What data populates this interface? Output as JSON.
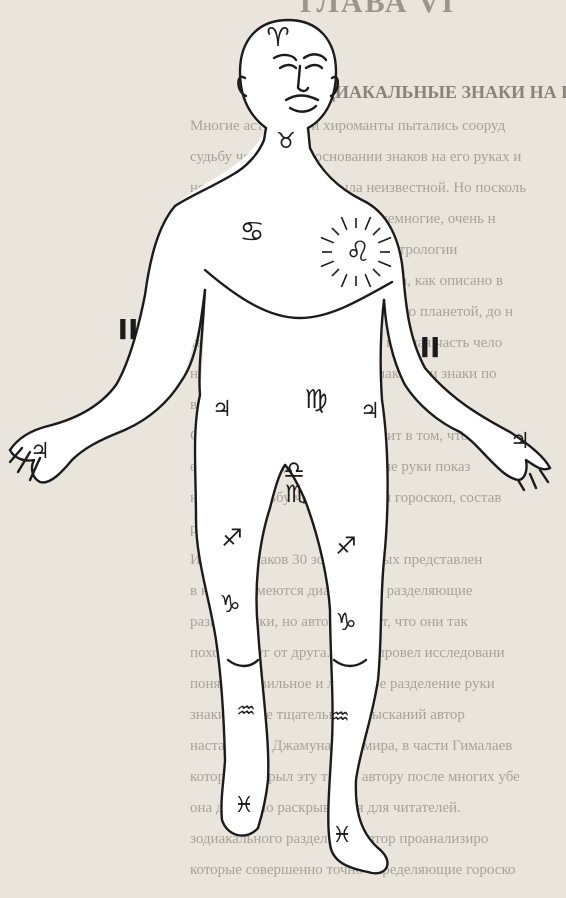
{
  "page": {
    "chapter_number": "ГЛАВА VI",
    "section_heading": "ЗОДИАКАЛЬНЫЕ ЗНАКИ НА РУКЕ И ТЕЛЕ",
    "paragraph_lines": [
      "Многие астрологи и хироманты пытались сооруд",
      "судьбу человека на основании знаков на его руках и",
      "не изучения человека была неизвестной. Но посколь",
      "содержался в секрете, только немногие, очень н",
      "подобных учениях индийской астрологии ",
      "известно на разные части Зодиака, как описано в",
      "каждого знака будет управляющего планетой, до н",
      "телом, управляющего нотами, каждая часть чело",
      "называется своим знаком Зодиака. Эти знаки по",
      "в Ведах различных поднятие.",
      "Самый интересный факт состоит в том, что рук",
      "единой природой. Исследование руки показ",
      "натуру и судьбу человека, как и гороскоп, состав",
      "рождения.",
      "Изучить знаков 30 зодиакальных представлен",
      "в книгах имеются диаграммы, разделяющие",
      "разные знаки, но автор считает, что они так",
      "похожи друг от друга. Автор провел исследовани",
      "понять правильное и логичное разделение руки",
      "знаки. После тщательных изысканий автор",
      "наставление Джамуна Кашмира, в части Гималаев",
      "который открыл эту тайну автору после многих убе",
      "она детально раскрывается для читателей.",
      "зодиакального разделения автор проанализиро",
      "которые совершенно точно определяющие гороско"
    ]
  },
  "glyphs": {
    "head": "♈",
    "neck": "♉",
    "chest": "♋",
    "heart": "♌",
    "arm_right": "II",
    "arm_left": "II",
    "hand_right": "♃",
    "hand_left": "♃",
    "abdomen_center": "♍",
    "abdomen_right": "♃",
    "abdomen_left": "♃",
    "groin_libra": "♎",
    "groin_scorpio": "♏",
    "thigh_right": "♐",
    "thigh_left": "♐",
    "knee_right": "♑",
    "knee_left": "♑",
    "shin_right": "♒",
    "shin_left": "♒",
    "foot_right": "♓",
    "foot_left": "♓"
  }
}
